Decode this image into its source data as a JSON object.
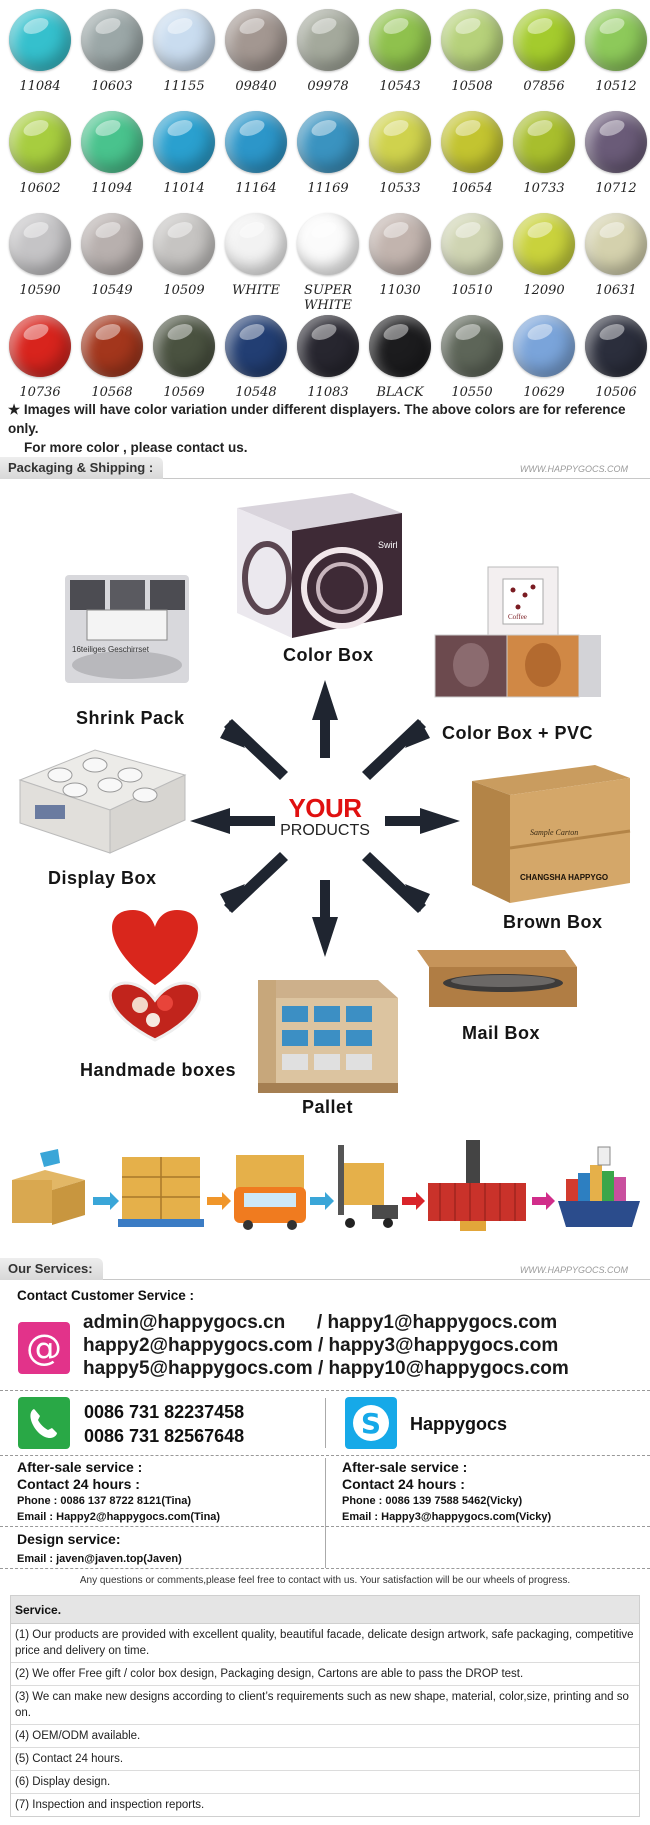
{
  "swatches": [
    {
      "code": "11084",
      "color": "#35c0cd"
    },
    {
      "code": "10603",
      "color": "#9ba7a7"
    },
    {
      "code": "11155",
      "color": "#c9dcef"
    },
    {
      "code": "09840",
      "color": "#a39791"
    },
    {
      "code": "09978",
      "color": "#a4a99c"
    },
    {
      "code": "10543",
      "color": "#8fc14d"
    },
    {
      "code": "10508",
      "color": "#b6d17a"
    },
    {
      "code": "07856",
      "color": "#a4cb2d"
    },
    {
      "code": "10512",
      "color": "#8dc95a"
    },
    {
      "code": "10602",
      "color": "#a7cd3f"
    },
    {
      "code": "11094",
      "color": "#49c38d"
    },
    {
      "code": "11014",
      "color": "#2aa0cf"
    },
    {
      "code": "11164",
      "color": "#2c96c9"
    },
    {
      "code": "11169",
      "color": "#3a93c0"
    },
    {
      "code": "10533",
      "color": "#cfd24d"
    },
    {
      "code": "10654",
      "color": "#c3c430"
    },
    {
      "code": "10733",
      "color": "#a8be2d"
    },
    {
      "code": "10712",
      "color": "#6a5b78"
    },
    {
      "code": "10590",
      "color": "#c5c4c6"
    },
    {
      "code": "10549",
      "color": "#b8b0ae"
    },
    {
      "code": "10509",
      "color": "#c6c4c2"
    },
    {
      "code": "WHITE",
      "color": "#f2f2f2"
    },
    {
      "code": "SUPER WHITE",
      "color": "#fbfbfb"
    },
    {
      "code": "11030",
      "color": "#c2b4ae"
    },
    {
      "code": "10510",
      "color": "#cfd4b2"
    },
    {
      "code": "12090",
      "color": "#c9d23c"
    },
    {
      "code": "10631",
      "color": "#d4d1ad"
    },
    {
      "code": "10736",
      "color": "#d8241d"
    },
    {
      "code": "10568",
      "color": "#a3361c"
    },
    {
      "code": "10569",
      "color": "#4a5240"
    },
    {
      "code": "10548",
      "color": "#223e73"
    },
    {
      "code": "11083",
      "color": "#27262f"
    },
    {
      "code": "BLACK",
      "color": "#1c1c1e"
    },
    {
      "code": "10550",
      "color": "#5d6558"
    },
    {
      "code": "10629",
      "color": "#7aa4da"
    },
    {
      "code": "10506",
      "color": "#2b2e3c"
    }
  ],
  "color_note": {
    "line1": "★ Images will have color variation under different displayers. The above colors are for reference only.",
    "line2": "For more color , please contact us."
  },
  "packaging": {
    "section_title": "Packaging & Shipping :",
    "site": "WWW.HAPPYGOCS.COM",
    "center_big": "YOUR",
    "center_small": "PRODUCTS",
    "labels": {
      "color_box": "Color  Box",
      "shrink_pack": "Shrink  Pack",
      "color_box_pvc": "Color  Box  +  PVC",
      "display_box": "Display  Box",
      "brown_box": "Brown  Box",
      "mail_box": "Mail  Box",
      "handmade_boxes": "Handmade  boxes",
      "pallet": "Pallet"
    },
    "image_text": {
      "swirl": "Swirl",
      "shrink_label": "16teiliges Geschirrset",
      "carton_sample": "Sample Carton",
      "carton_brand": "CHANGSHA HAPPYGO",
      "mug_word": "Coffee"
    }
  },
  "services": {
    "section_title": "Our Services:",
    "site": "WWW.HAPPYGOCS.COM",
    "contact_title": "Contact Customer Service :",
    "email_rows": [
      "admin@happygocs.cn      / happy1@happygocs.com",
      "happy2@happygocs.com / happy3@happygocs.com",
      "happy5@happygocs.com / happy10@happygocs.com"
    ],
    "phones": [
      "0086 731 82237458",
      "0086 731 82567648"
    ],
    "skype": "Happygocs",
    "after_left": {
      "title": "After-sale service :",
      "sub": "Contact 24 hours :",
      "phone": "Phone : 0086 137 8722 8121(Tina)",
      "email": "Email : Happy2@happygocs.com(Tina)"
    },
    "after_right": {
      "title": "After-sale service :",
      "sub": "Contact 24 hours :",
      "phone": "Phone : 0086 139 7588 5462(Vicky)",
      "email": "Email : Happy3@happygocs.com(Vicky)"
    },
    "design": {
      "title": "Design service:",
      "email": "Email : javen@javen.top(Javen)"
    },
    "question_line": "Any questions or comments,please feel free to contact with us. Your satisfaction will be our wheels of progress.",
    "service_header": "Service.",
    "service_items": [
      "(1) Our products are provided with excellent quality, beautiful facade, delicate design artwork, safe packaging, competitive price and delivery on time.",
      "(2) We offer Free gift / color box design, Packaging design, Cartons are able to pass the DROP test.",
      "(3) We can make new designs according to client’s requirements such as new shape, material, color,size, printing and so on.",
      "(4) OEM/ODM available.",
      "(5) Contact 24 hours.",
      "(6) Display design.",
      "(7) Inspection and inspection reports."
    ]
  },
  "colors": {
    "arrow": "#1f2530",
    "accent_red": "#e01010",
    "email_icon": "#e2338a",
    "phone_icon": "#29a846",
    "skype_icon": "#16a9e8"
  }
}
